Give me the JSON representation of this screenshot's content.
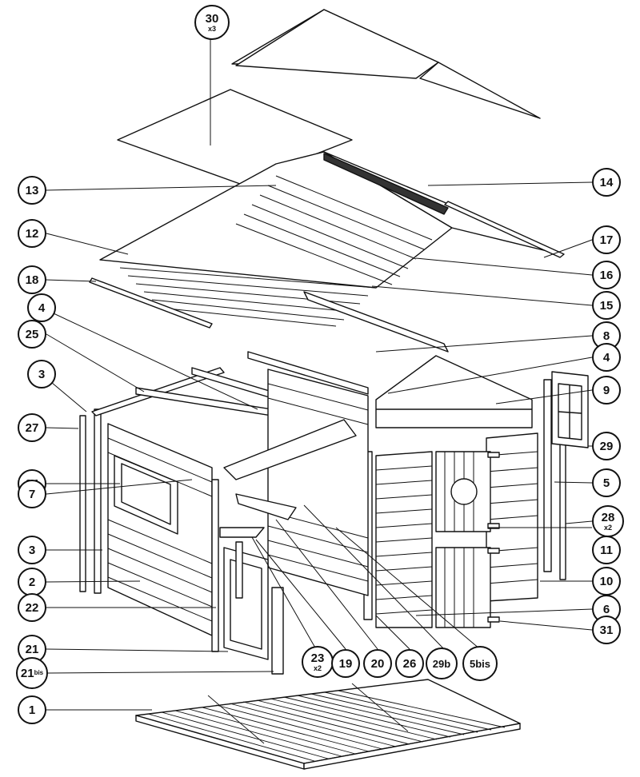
{
  "callouts": {
    "c1": {
      "num": "1"
    },
    "c2": {
      "num": "2"
    },
    "c3a": {
      "num": "3"
    },
    "c3b": {
      "num": "3"
    },
    "c4a": {
      "num": "4"
    },
    "c4b": {
      "num": "4"
    },
    "c5": {
      "num": "5"
    },
    "c5bis": {
      "num": "5bis"
    },
    "c6": {
      "num": "6"
    },
    "c7": {
      "num": "7"
    },
    "c8": {
      "num": "8"
    },
    "c9": {
      "num": "9"
    },
    "c10": {
      "num": "10"
    },
    "c11": {
      "num": "11"
    },
    "c12": {
      "num": "12"
    },
    "c13": {
      "num": "13"
    },
    "c14": {
      "num": "14"
    },
    "c15": {
      "num": "15"
    },
    "c16": {
      "num": "16"
    },
    "c17": {
      "num": "17"
    },
    "c18": {
      "num": "18"
    },
    "c19": {
      "num": "19"
    },
    "c20": {
      "num": "20"
    },
    "c21": {
      "num": "21"
    },
    "c21bis": {
      "num": "21",
      "sub": "bis"
    },
    "c22": {
      "num": "22"
    },
    "c23": {
      "num": "23",
      "qty": "x2"
    },
    "c24": {
      "num": "24"
    },
    "c25": {
      "num": "25"
    },
    "c26": {
      "num": "26"
    },
    "c27": {
      "num": "27"
    },
    "c28": {
      "num": "28",
      "qty": "x2"
    },
    "c29": {
      "num": "29"
    },
    "c29b": {
      "num": "29b"
    },
    "c30": {
      "num": "30",
      "qty": "x3"
    },
    "c31": {
      "num": "31"
    }
  }
}
